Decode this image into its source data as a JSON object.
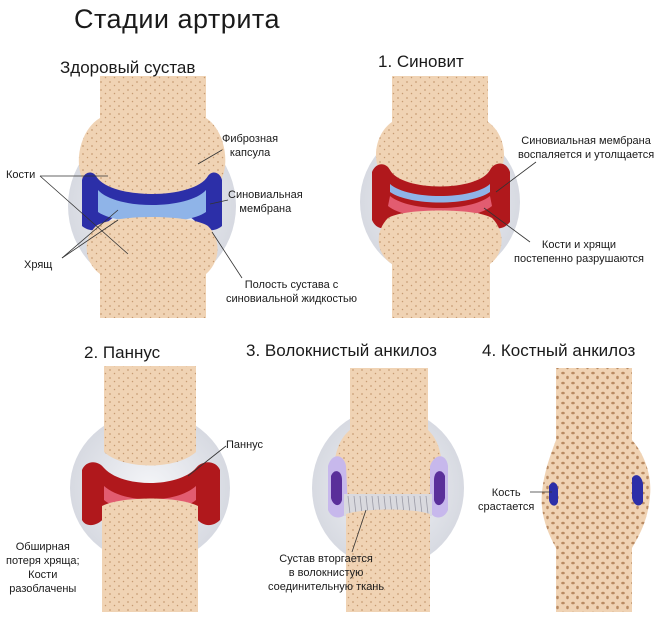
{
  "title": "Стадии артрита",
  "panels": {
    "healthy": {
      "heading": "Здоровый сустав",
      "labels": {
        "fibrous_capsule_1": "Фиброзная",
        "fibrous_capsule_2": "капсула",
        "bones": "Кости",
        "synovial_membrane_1": "Синовиальная",
        "synovial_membrane_2": "мембрана",
        "cartilage": "Хрящ",
        "cavity_1": "Полость сустава с",
        "cavity_2": "синовиальной жидкостью"
      }
    },
    "synovitis": {
      "heading": "1. Синовит",
      "labels": {
        "membrane_1": "Синовиальная мембрана",
        "membrane_2": "воспаляется и утолщается",
        "destroyed_1": "Кости и хрящи",
        "destroyed_2": "постепенно разрушаются"
      }
    },
    "pannus": {
      "heading": "2. Паннус",
      "labels": {
        "pannus": "Паннус",
        "loss_1": "Обширная",
        "loss_2": "потеря хряща;",
        "loss_3": "Кости",
        "loss_4": "разоблачены"
      }
    },
    "fibrous_ankylosis": {
      "heading": "3. Волокнистый анкилоз",
      "labels": {
        "ingrowth_1": "Сустав вторгается",
        "ingrowth_2": "в волокнистую",
        "ingrowth_3": "соединительную ткань"
      }
    },
    "bony_ankylosis": {
      "heading": "4. Костный анкилоз",
      "labels": {
        "fuse_1": "Кость",
        "fuse_2": "срастается"
      }
    }
  },
  "colors": {
    "bone": "#f0d3b4",
    "bone_dot": "#c69a72",
    "capsule": "#dcdfe6",
    "cartilage_blue": "#8fb4e8",
    "synovium_blue": "#2c2fa8",
    "inflamed_red": "#b0181c",
    "inflamed_edge": "#e25c70",
    "fibrous_purple": "#5a2f9a",
    "fibrous_lilac": "#c7b8ec"
  }
}
